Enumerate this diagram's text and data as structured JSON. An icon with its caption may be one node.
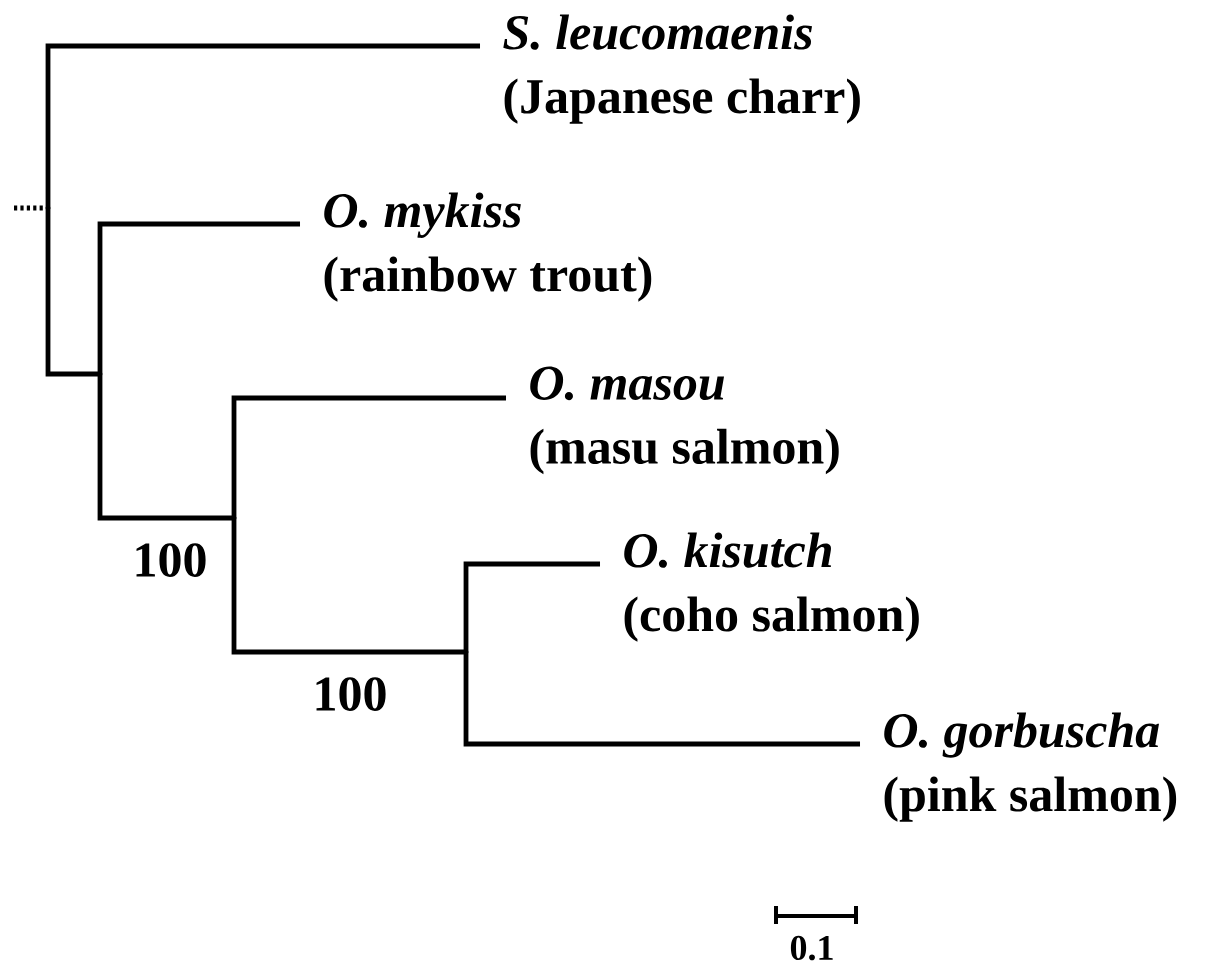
{
  "diagram": {
    "nodes": [
      {
        "text": [],
        "shape": "point"
      },
      {
        "text": [
          "*S. leucomaenis*",
          "(Japanese charr)"
        ]
      },
      {
        "text": [],
        "shape": "point"
      },
      {
        "text": [
          "*O. mykiss*",
          "(rainbow trout)"
        ]
      },
      {
        "text": [],
        "shape": "point"
      },
      {
        "text": [
          "*O. masou*",
          "(masu salmon)"
        ]
      },
      {
        "text": [],
        "shape": "point"
      },
      {
        "text": [
          "*O. kisutch*",
          "(coho salmon)"
        ]
      },
      {
        "text": [
          "*O. gorbuscha*",
          "(pink salmon)"
        ]
      }
    ],
    "edges": [
      {
        "from": null,
        "to": 0,
        "arrow": "none",
        "style": "dashed"
      },
      {
        "from": 0,
        "to": 1,
        "arrow": "none"
      },
      {
        "from": 0,
        "to": 2,
        "arrow": "none"
      },
      {
        "from": 2,
        "to": 3,
        "arrow": "none"
      },
      {
        "from": 2,
        "to": 4,
        "arrow": "none",
        "label": "100"
      },
      {
        "from": 4,
        "to": 5,
        "arrow": "none"
      },
      {
        "from": 4,
        "to": 6,
        "arrow": "none",
        "label": "100"
      },
      {
        "from": 6,
        "to": 7,
        "arrow": "none"
      },
      {
        "from": 6,
        "to": 8,
        "arrow": "none"
      }
    ],
    "labels": [
      "0.1"
    ]
  }
}
